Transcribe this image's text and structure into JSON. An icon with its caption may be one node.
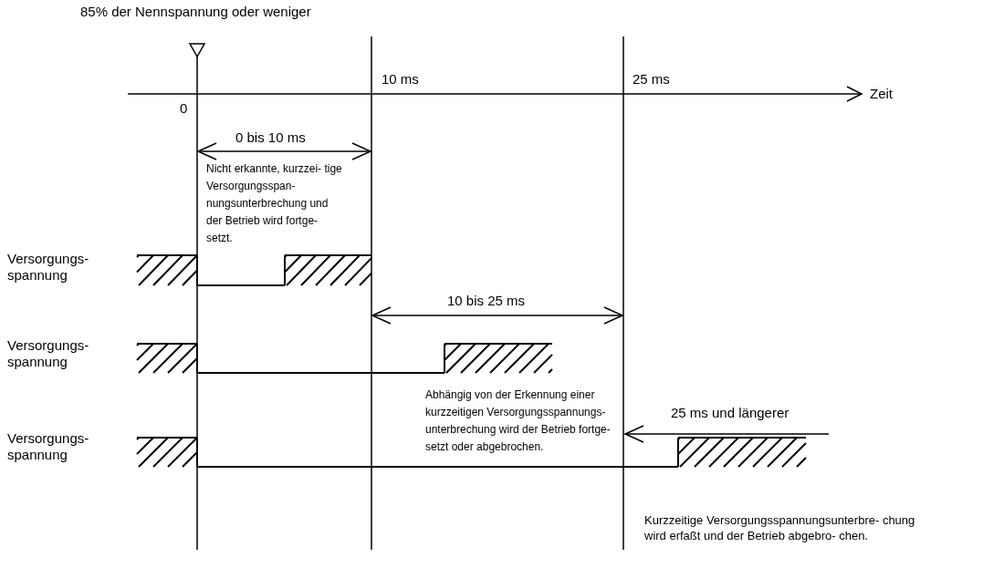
{
  "diagram": {
    "labels": [
      "85% der Nennspannung oder weniger",
      "10 ms",
      "25 ms",
      "Zeit",
      "0",
      "0 bis 10 ms",
      "Nicht erkannte, kurzzei- tige Versorgungsspan- nungsunterbrechung und der Betrieb wird fortge- setzt.",
      "Versorgungs- spannung",
      "10 bis 25 ms",
      "Versorgungs- spannung",
      "Abhängig von der Erkennung einer kurzzeitigen Versorgungsspannungs- unterbrechung wird der Betrieb fortge- setzt oder abgebrochen.",
      "25 ms und längerer",
      "Versorgungs- spannung",
      "Kurzzeitige Versorgungsspannungsunterbre- chung wird erfaßt und der Betrieb abgebro- chen."
    ]
  }
}
